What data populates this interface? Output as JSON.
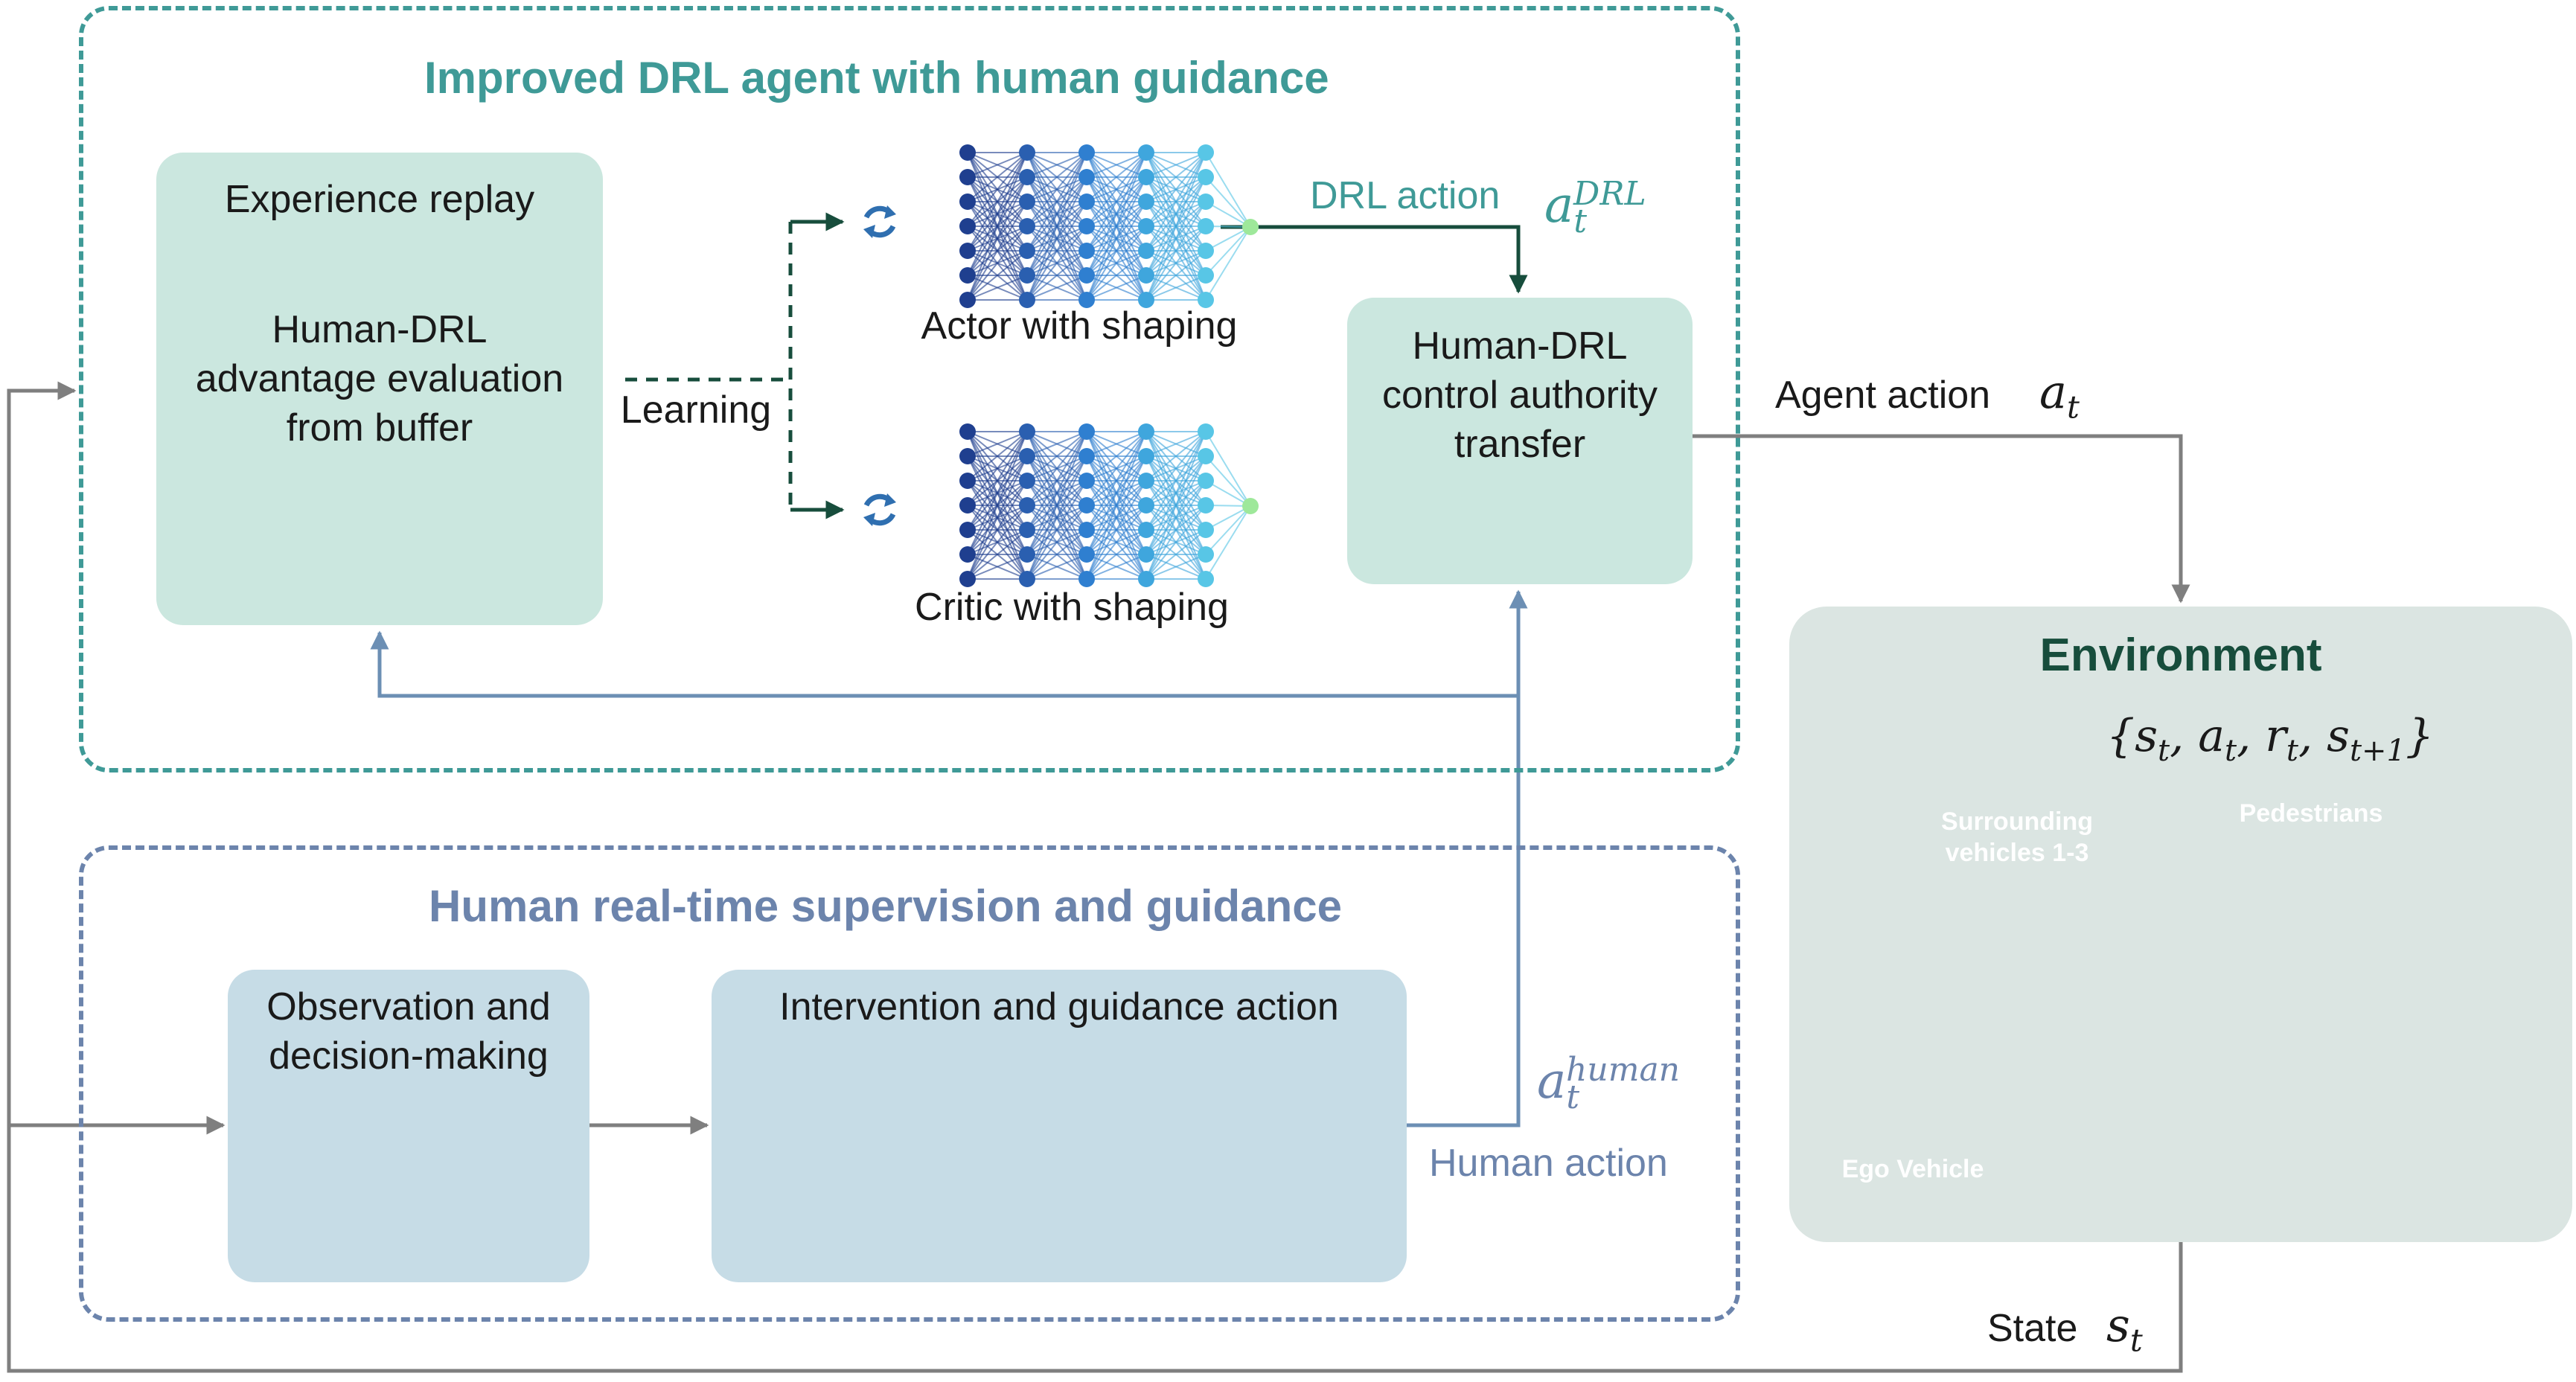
{
  "agent_section": {
    "title": "Improved DRL agent with human guidance"
  },
  "human_section": {
    "title": "Human real-time supervision and guidance"
  },
  "experience": {
    "title": "Experience replay",
    "line1": "Human-DRL",
    "line2": "advantage evaluation",
    "line3": "from buffer"
  },
  "learning_label": "Learning",
  "actor_label": "Actor with shaping",
  "critic_label": "Critic with shaping",
  "drl_action": {
    "label": "DRL action",
    "symbol": "a",
    "sub": "t",
    "sup": "DRL"
  },
  "control": {
    "line1": "Human-DRL",
    "line2": "control authority",
    "line3": "transfer"
  },
  "agent_action": {
    "label": "Agent action",
    "symbol": "a",
    "sub": "t"
  },
  "observation": {
    "line1": "Observation and",
    "line2": "decision-making"
  },
  "intervention": {
    "title": "Intervention and guidance action"
  },
  "human_action": {
    "label": "Human action",
    "symbol": "a",
    "sub": "t",
    "sup": "human"
  },
  "environment": {
    "title": "Environment",
    "tuple": "{s_t, a_t, r_t, s_{t+1}}",
    "tuple_parts": {
      "open": "{",
      "s": "s",
      "a": "a",
      "r": "r",
      "sn": "s",
      "t": "t",
      "t1": "t+1",
      "close": "}"
    },
    "scene_labels": {
      "surrounding1": "Surrounding",
      "surrounding2": "vehicles 1-3",
      "pedestrians": "Pedestrians",
      "ego": "Ego Vehicle"
    }
  },
  "state": {
    "label": "State",
    "symbol": "s",
    "sub": "t"
  },
  "icons": [
    "cloud-download-icon",
    "cloud-upload-icon",
    "refresh-icon",
    "eye-icon",
    "brain-gear-icon",
    "steering-wheel-icon",
    "toggle-switch-icon"
  ],
  "colors": {
    "teal": "#3f9a97",
    "blue": "#6c84ac",
    "dark_green": "#174d3c",
    "box_green": "#cbe7df",
    "box_blue": "#c6dce6",
    "env_bg": "#dbe5e2",
    "arrow_gray": "#7f7f7f",
    "arrow_blue": "#6c8fb4"
  }
}
